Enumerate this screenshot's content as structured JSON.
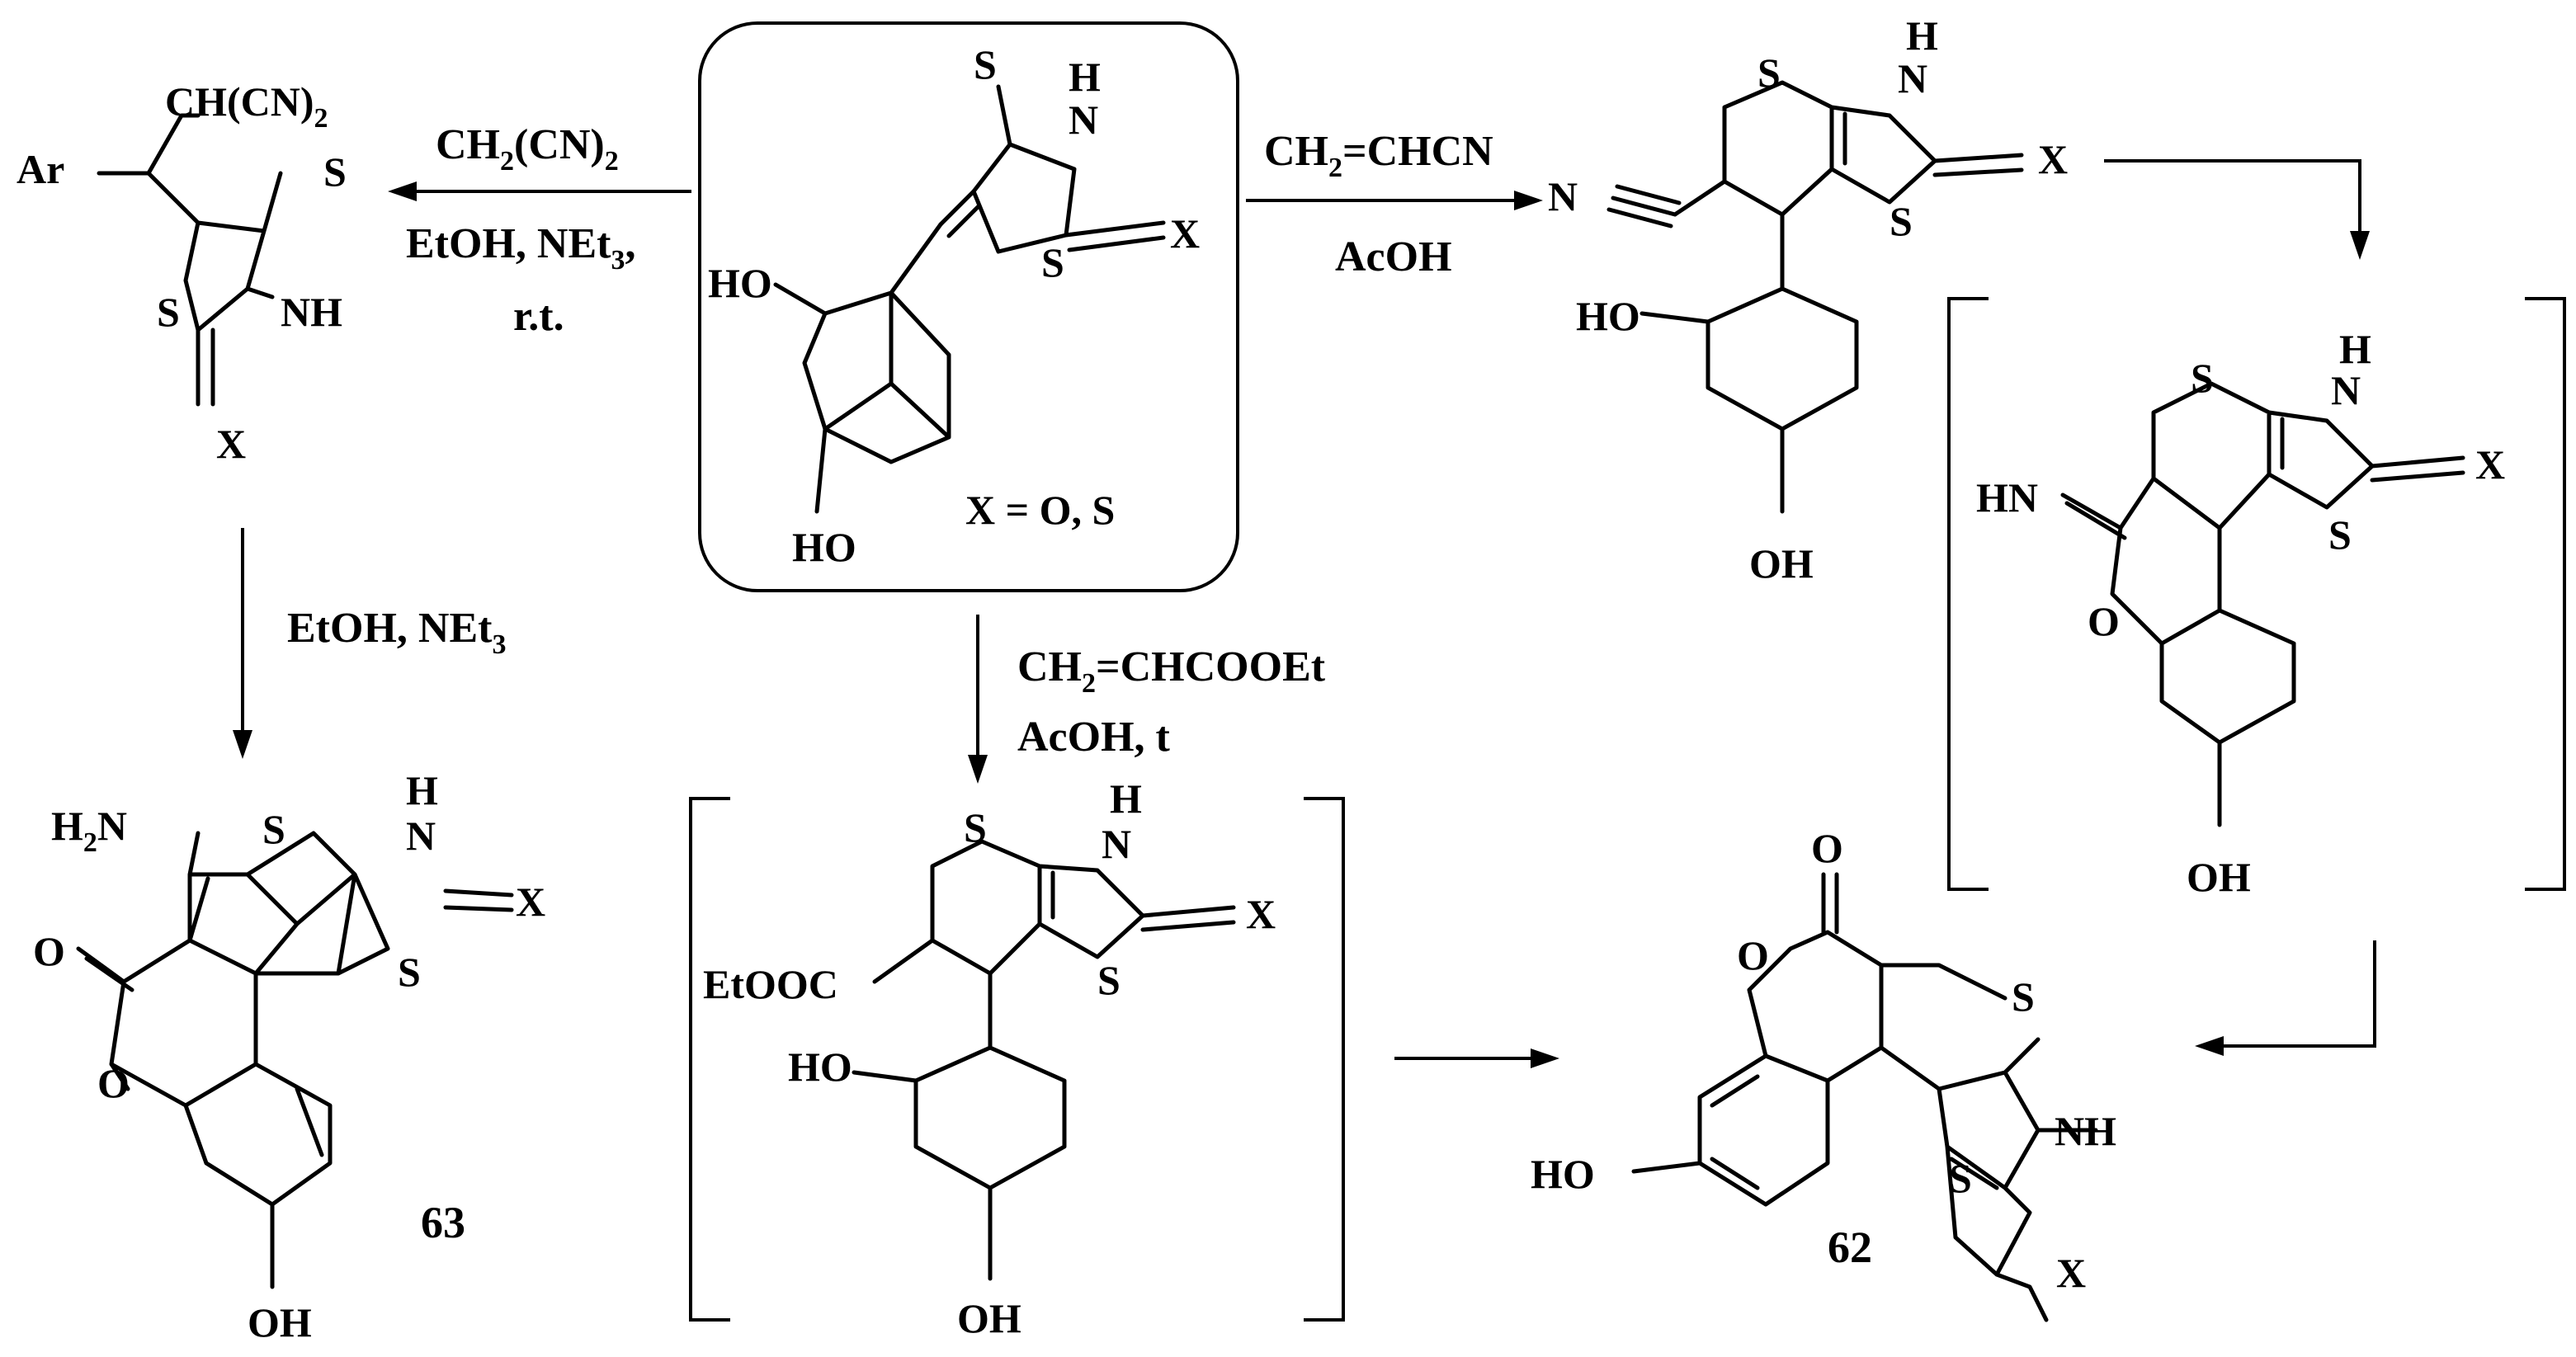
{
  "center": {
    "S_top": "S",
    "NH_H": "H",
    "NH_N": "N",
    "ring_S": "S",
    "X": "X",
    "HO_top": "HO",
    "HO_bottom": "HO",
    "x_values": "X = O, S"
  },
  "left_reaction": {
    "reagent_pre": "CH",
    "reagent_sub": "2",
    "reagent_post": "(CN)",
    "reagent_sub2": "2",
    "cond2_pre": "EtOH, NEt",
    "cond2_sub": "3",
    "cond2_post": ",",
    "cond3": "r.t."
  },
  "adduct": {
    "sub_pre": "CH(CN)",
    "sub_sub": "2",
    "Ar": "Ar",
    "S_top": "S",
    "S_ring": "S",
    "NH": "NH",
    "X": "X"
  },
  "down_left": {
    "cond_pre": "EtOH, NEt",
    "cond_sub": "3"
  },
  "cpd63": {
    "H2N_pre": "H",
    "H2N_sub": "2",
    "H2N_post": "N",
    "S_top": "S",
    "H": "H",
    "N": "N",
    "X": "X",
    "S_ring": "S",
    "O_carbonyl": "O",
    "O_ring": "O",
    "OH": "OH",
    "label": "63"
  },
  "right_reaction": {
    "reagent_pre": "CH",
    "reagent_sub": "2",
    "reagent_post": "=CHCN",
    "cond2": "AcOH"
  },
  "nitrile_product": {
    "N": "N",
    "S_top": "S",
    "H": "H",
    "NH_N": "N",
    "X": "X",
    "S_ring": "S",
    "HO": "HO",
    "OH": "OH"
  },
  "imino_intermediate": {
    "S_top": "S",
    "H": "H",
    "N": "N",
    "X": "X",
    "S_ring": "S",
    "HN": "HN",
    "O_ring": "O",
    "OH": "OH"
  },
  "down_center": {
    "reagent_pre": "CH",
    "reagent_sub": "2",
    "reagent_post": "=CHCOOEt",
    "cond2": "AcOH, t"
  },
  "ester_intermediate": {
    "S_top": "S",
    "H": "H",
    "N": "N",
    "X": "X",
    "S_ring": "S",
    "EtOOC": "EtOOC",
    "HO": "HO",
    "OH": "OH"
  },
  "cpd62": {
    "O_carbonyl": "O",
    "O_ring": "O",
    "S_top": "S",
    "NH": "NH",
    "S_ring": "S",
    "X": "X",
    "HO": "HO",
    "label": "62"
  }
}
